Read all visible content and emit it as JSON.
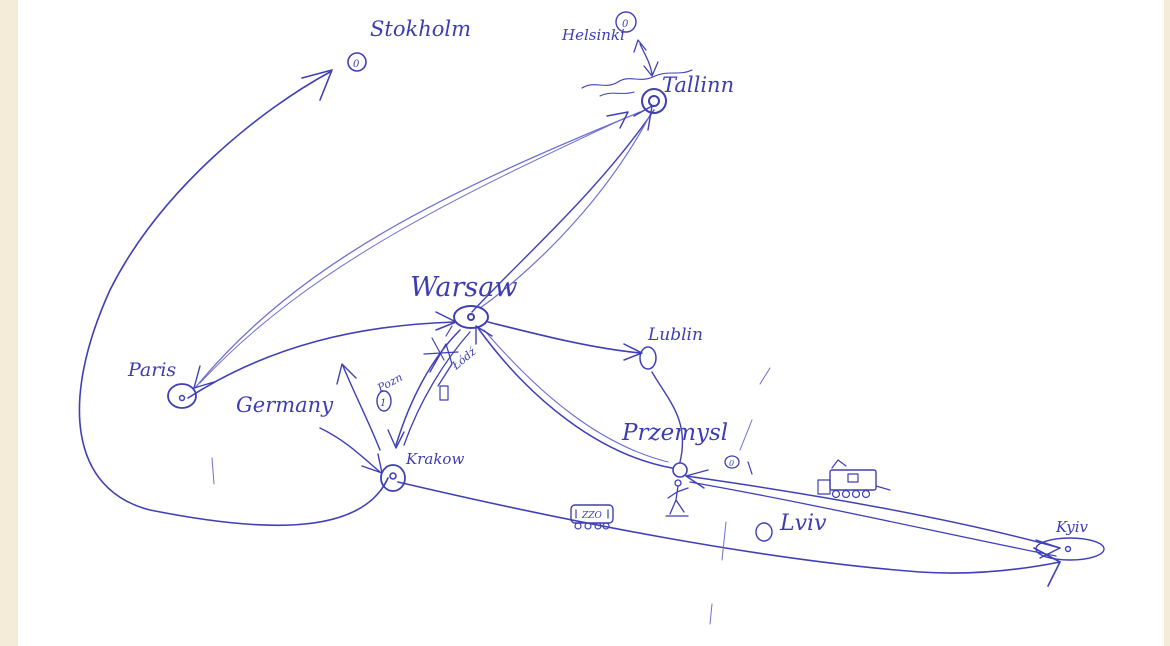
{
  "colors": {
    "ink": "#3f3fb6",
    "ink_light": "#6e6ed0",
    "paper": "#ffffff",
    "frame": "#f4ecd9"
  },
  "labels": {
    "stokholm": "Stokholm",
    "helsinki": "Helsinki",
    "tallinn": "Tallinn",
    "warsaw": "Warsaw",
    "lublin": "Lublin",
    "paris": "Paris",
    "germany": "Germany",
    "poznan": "Pozn",
    "krakow": "Krakow",
    "przemysl": "Przemysl",
    "lviv": "Lviv",
    "kyiv": "Kyiv",
    "lodz": "Łódź"
  },
  "marks": {
    "stokholm_num": "0",
    "helsinki_num": "0",
    "poznan_num": "1",
    "przemysl_num": "0",
    "bus_sign": "ZZO"
  }
}
